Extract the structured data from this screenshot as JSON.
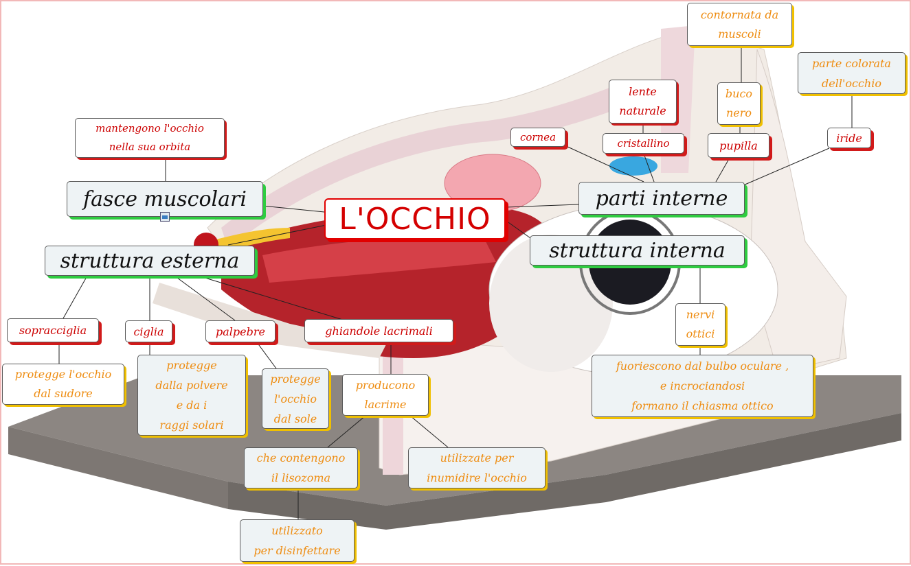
{
  "title": "L'OCCHIO",
  "branches": {
    "fasce_muscolari": "fasce muscolari",
    "struttura_esterna": "struttura esterna",
    "parti_interne": "parti interne",
    "struttura_interna": "struttura interna"
  },
  "notes": {
    "mantengono": "mantengono l'occhio\nnella sua orbita",
    "sopracciglia": "sopracciglia",
    "ciglia": "ciglia",
    "palpebre": "palpebre",
    "ghiandole": "ghiandole lacrimali",
    "protegge_sudore": "protegge l'occhio\ndal sudore",
    "protegge_polvere": "protegge\ndalla polvere\ne da i\nraggi solari",
    "protegge_sole": "protegge\nl'occhio\ndal sole",
    "producono": "producono\nlacrime",
    "lisozoma": "che contengono\nil lisozoma",
    "inumidire": "utilizzate per\ninumidire l'occhio",
    "disinfettare": "utilizzato\nper disinfettare",
    "cornea": "cornea",
    "cristallino": "cristallino",
    "lente": "lente\nnaturale",
    "pupilla": "pupilla",
    "buco_nero": "buco\nnero",
    "contornata": "contornata da\nmuscoli",
    "iride": "iride",
    "parte_colorata": "parte colorata\ndell'occhio",
    "nervi": "nervi\nottici",
    "fuoriescono": "fuoriescono dal bulbo oculare ,\ne incrociandosi\nformano il chiasma ottico"
  },
  "colors": {
    "title_red": "#d40000",
    "branch_shadow_green": "#2ecc40",
    "label_red": "#cc0000",
    "note_orange": "#ee8c10",
    "note_shadow_yellow": "#f0c000",
    "base_gray": "#8c8682"
  },
  "icons": {
    "attachment": "image-attachment-icon"
  }
}
